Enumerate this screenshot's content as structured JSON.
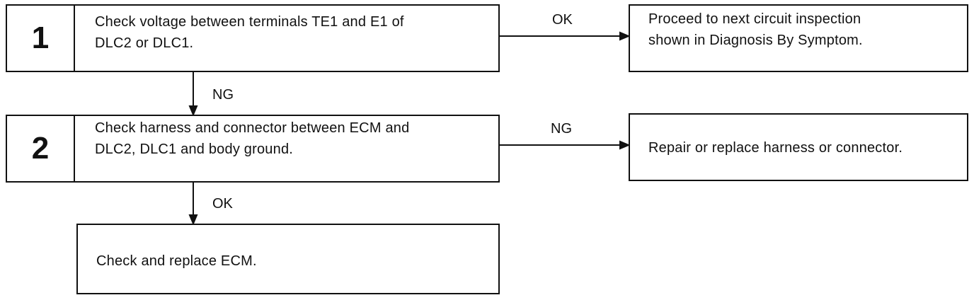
{
  "steps": [
    {
      "number": "1",
      "text_lines": [
        "Check voltage between terminals TE1 and E1 of",
        "DLC2 or DLC1."
      ]
    },
    {
      "number": "2",
      "text_lines": [
        "Check harness and connector between ECM and",
        "DLC2, DLC1 and body ground."
      ]
    }
  ],
  "outcomes": {
    "step1_ok": [
      "Proceed to next circuit inspection",
      "shown in Diagnosis By Symptom."
    ],
    "step2_ng": "Repair or replace harness or connector.",
    "step2_ok": "Check and replace ECM."
  },
  "labels": {
    "step1_right": "OK",
    "step1_down": "NG",
    "step2_right": "NG",
    "step2_down": "OK"
  }
}
